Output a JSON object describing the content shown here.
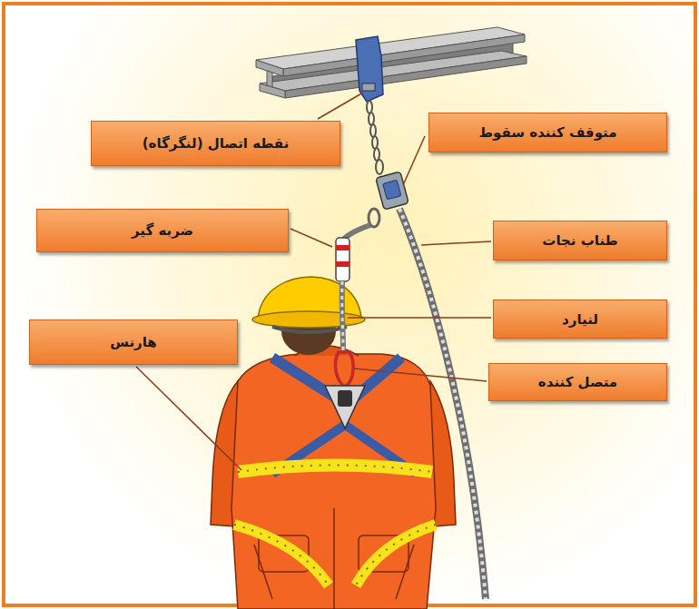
{
  "diagram": {
    "nodes": [
      {
        "text": [
          "متوقف کننده سقوط"
        ]
      },
      {
        "text": [
          "نقطه اتصال (لنگرگاه)"
        ]
      },
      {
        "text": [
          "ضربه گیر"
        ]
      },
      {
        "text": [
          "طناب نجات"
        ]
      },
      {
        "text": [
          "لنیارد"
        ]
      },
      {
        "text": [
          "هارنس"
        ]
      },
      {
        "text": [
          "متصل کننده"
        ]
      }
    ]
  }
}
